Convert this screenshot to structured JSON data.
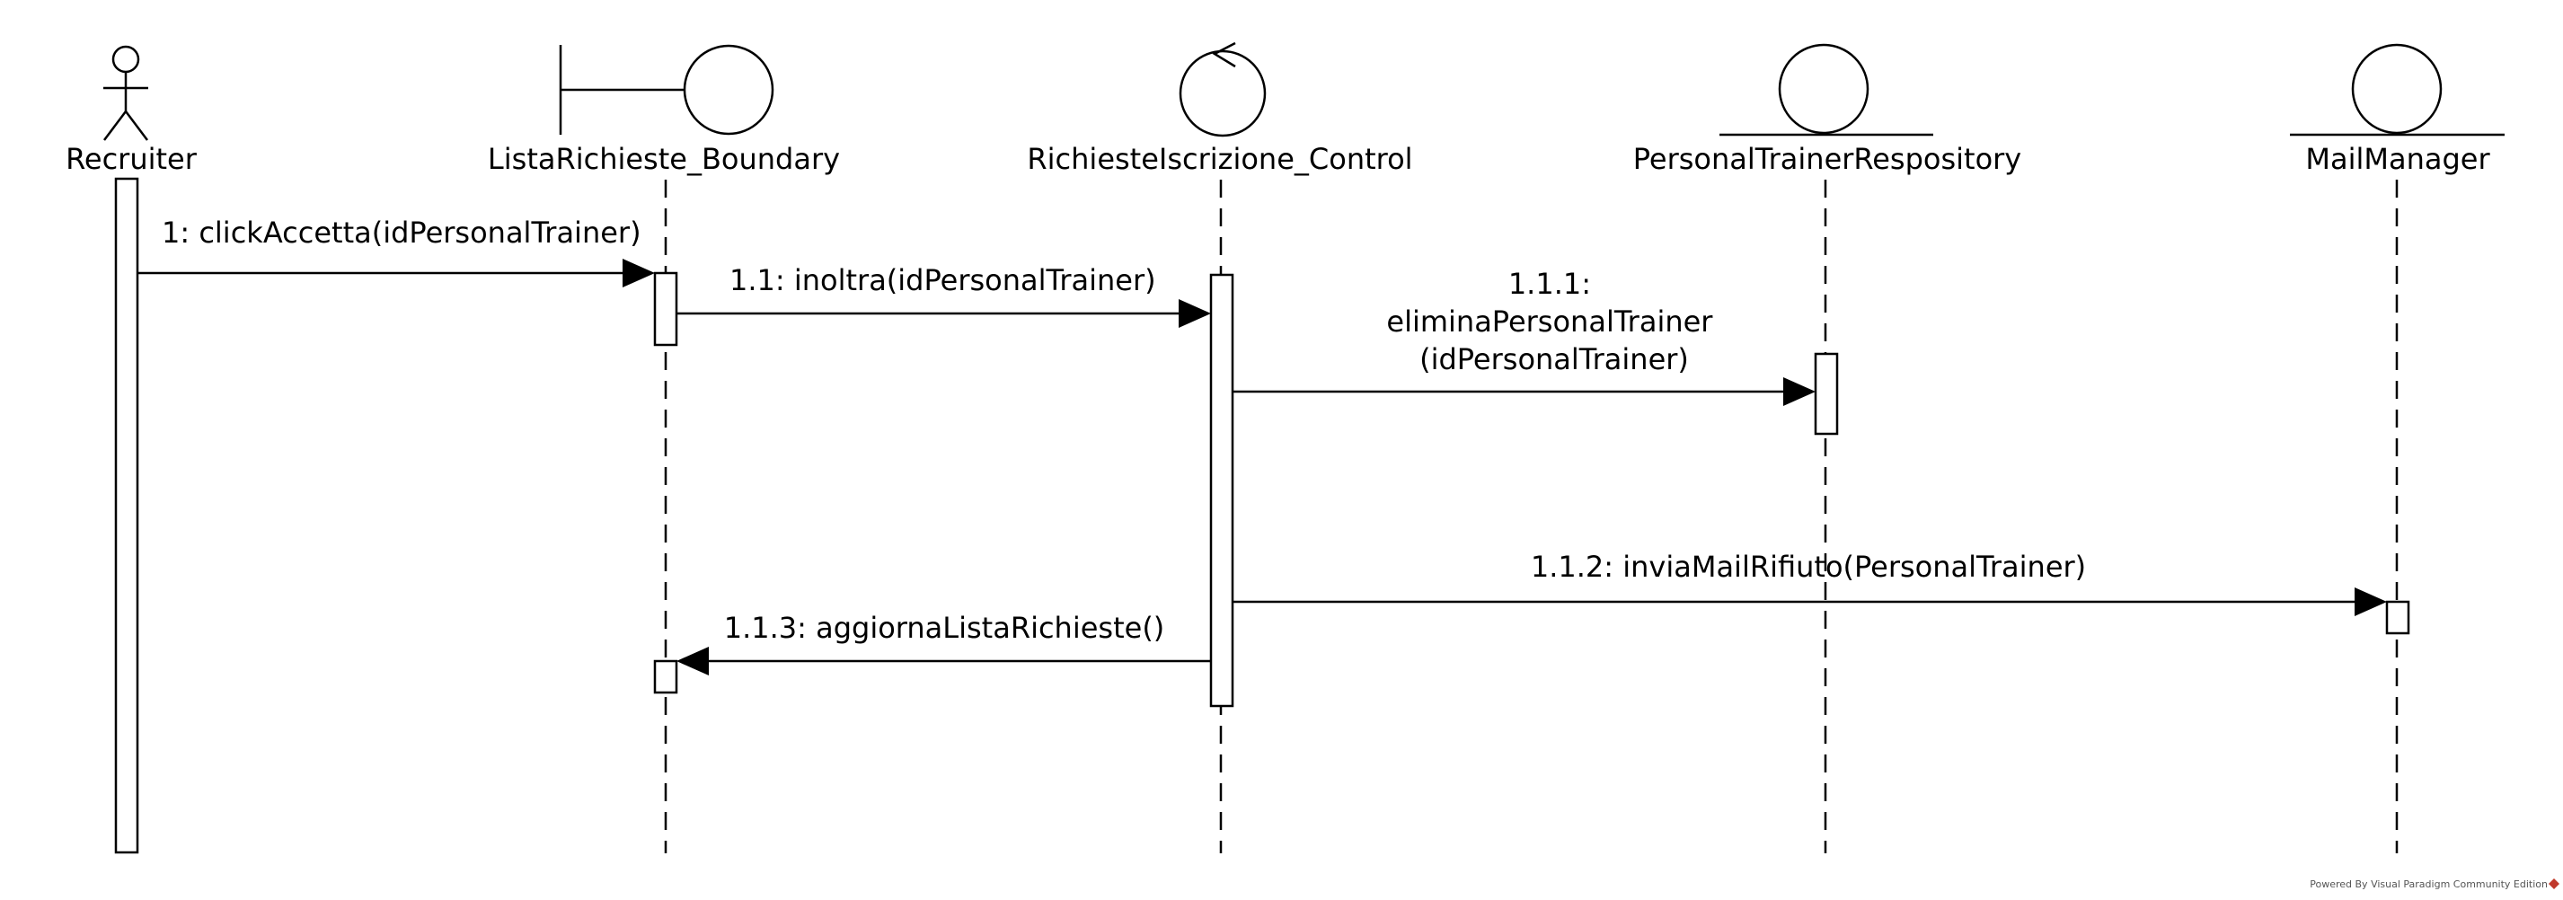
{
  "participants": [
    {
      "id": "recruiter",
      "name": "Recruiter",
      "kind": "actor"
    },
    {
      "id": "boundary",
      "name": "ListaRichieste_Boundary",
      "kind": "boundary"
    },
    {
      "id": "control",
      "name": "RichiesteIscrizione_Control",
      "kind": "control"
    },
    {
      "id": "repo",
      "name": "PersonalTrainerRespository",
      "kind": "entity"
    },
    {
      "id": "mail",
      "name": "MailManager",
      "kind": "entity"
    }
  ],
  "messages": [
    {
      "id": "m1",
      "from": "recruiter",
      "to": "boundary",
      "lines": [
        "1: clickAccetta(idPersonalTrainer)"
      ]
    },
    {
      "id": "m2",
      "from": "boundary",
      "to": "control",
      "lines": [
        "1.1: inoltra(idPersonalTrainer)"
      ]
    },
    {
      "id": "m3",
      "from": "control",
      "to": "repo",
      "lines": [
        "1.1.1:",
        "eliminaPersonalTrainer",
        "(idPersonalTrainer)"
      ]
    },
    {
      "id": "m4",
      "from": "control",
      "to": "mail",
      "lines": [
        "1.1.2: inviaMailRifiuto(PersonalTrainer)"
      ]
    },
    {
      "id": "m5",
      "from": "control",
      "to": "boundary",
      "lines": [
        "1.1.3: aggiornaListaRichieste()"
      ]
    }
  ],
  "footer": "Powered By Visual Paradigm Community Edition"
}
